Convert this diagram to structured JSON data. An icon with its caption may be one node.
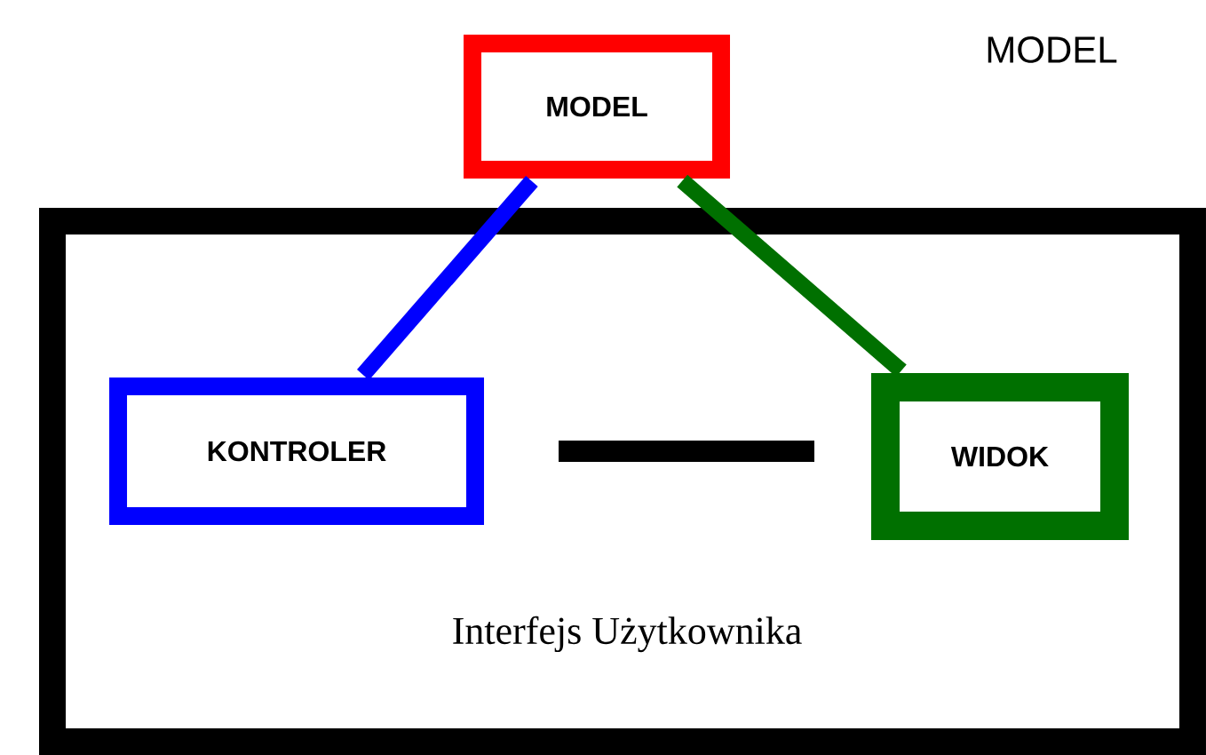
{
  "diagram": {
    "nodes": [
      {
        "text": [
          "MODEL"
        ]
      },
      {
        "text": [
          "Interfejs Użytkownika"
        ]
      },
      {
        "text": [
          "KONTROLER"
        ],
        "in": 1
      },
      {
        "text": [
          "WIDOK"
        ],
        "in": 1
      }
    ],
    "edges": [
      {
        "from": 0,
        "to": 2,
        "arrow": "none",
        "color": "#0000ff"
      },
      {
        "from": 0,
        "to": 3,
        "arrow": "none",
        "color": "#007000"
      },
      {
        "from": 2,
        "to": 3,
        "arrow": "none",
        "color": "#000000"
      }
    ],
    "labels": [
      "MODEL"
    ]
  }
}
